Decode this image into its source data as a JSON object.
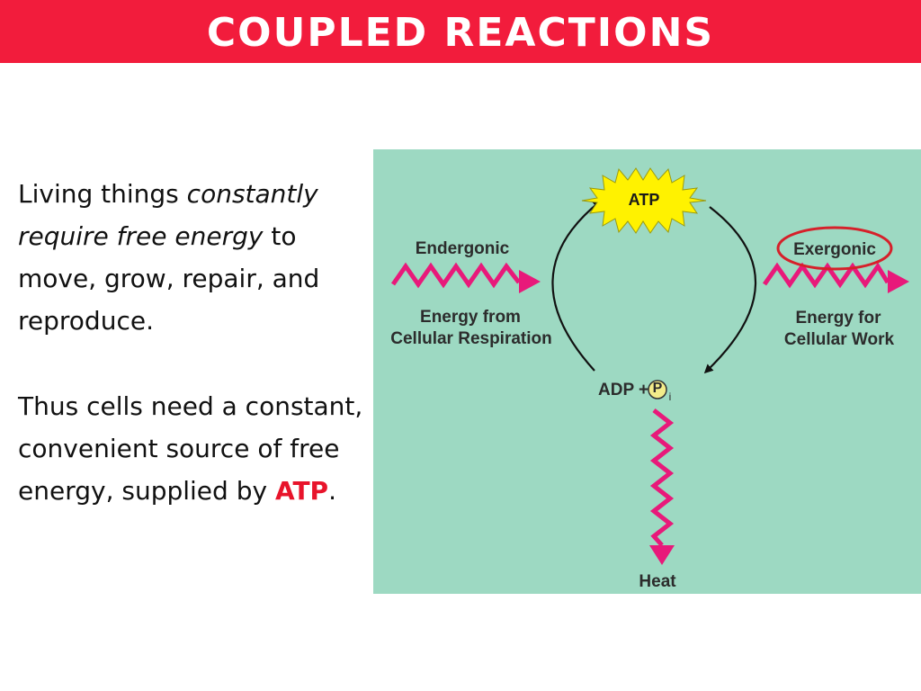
{
  "header": {
    "title": "COUPLED REACTIONS"
  },
  "text": {
    "p1_a": "Living things ",
    "p1_em": "constantly require free energy",
    "p1_b": " to move, grow, repair, and reproduce.",
    "p2_a": "Thus cells need a constant, convenient source of free energy, supplied by ",
    "p2_atp": "ATP",
    "p2_end": "."
  },
  "diagram": {
    "atp": "ATP",
    "endergonic": "Endergonic",
    "exergonic": "Exergonic",
    "energy_from_1": "Energy from",
    "energy_from_2": "Cellular Respiration",
    "energy_for_1": "Energy for",
    "energy_for_2": "Cellular Work",
    "adp": "ADP +",
    "phosphate": "P",
    "phosphate_sub": "i",
    "heat": "Heat"
  },
  "colors": {
    "header_bg": "#f21c3c",
    "diagram_bg": "#9dd9c2",
    "zigzag": "#e8197a",
    "starburst": "#fff200",
    "highlight_circle": "#d6202a"
  }
}
